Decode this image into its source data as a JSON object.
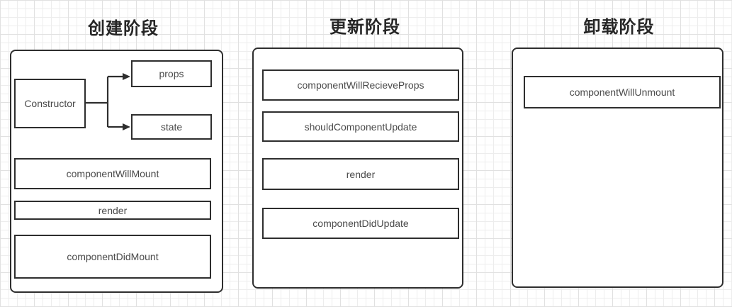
{
  "diagram": {
    "phases": [
      {
        "title": "创建阶段",
        "constructor_label": "Constructor",
        "targets": [
          "props",
          "state"
        ],
        "steps": [
          "componentWillMount",
          "render",
          "componentDidMount"
        ]
      },
      {
        "title": "更新阶段",
        "steps": [
          "componentWillRecieveProps",
          "shouldComponentUpdate",
          "render",
          "componentDidUpdate"
        ]
      },
      {
        "title": "卸载阶段",
        "steps": [
          "componentWillUnmount"
        ]
      }
    ],
    "colors": {
      "shape_border": "#2e2e2e",
      "shape_text": "#4a4a4a",
      "title_text": "#262626",
      "grid_minor": "#ededed",
      "grid_major": "#e1e1e1",
      "canvas_bg": "#ffffff"
    }
  }
}
